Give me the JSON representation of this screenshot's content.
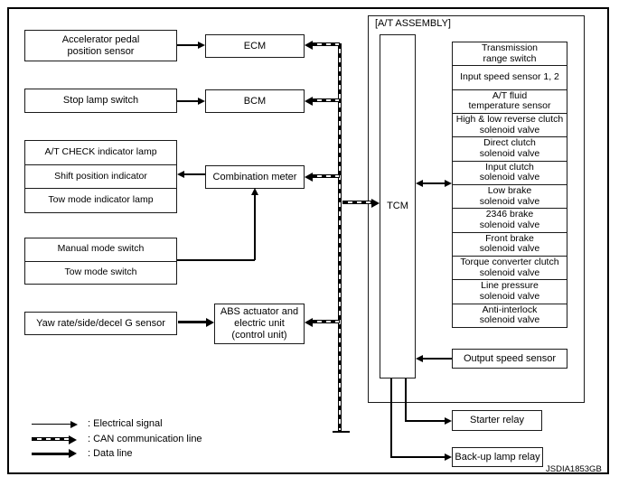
{
  "figure_code": "JSDIA1853GB",
  "left_column": {
    "accelerator": "Accelerator pedal\nposition sensor",
    "stop_lamp": "Stop lamp switch",
    "indicator_stack": [
      "A/T CHECK indicator lamp",
      "Shift position indicator",
      "Tow mode indicator lamp"
    ],
    "mode_stack": [
      "Manual mode switch",
      "Tow mode switch"
    ],
    "yaw_sensor": "Yaw rate/side/decel G sensor"
  },
  "mid_column": {
    "ecm": "ECM",
    "bcm": "BCM",
    "combination_meter": "Combination meter",
    "abs_unit": "ABS actuator and\nelectric unit\n(control unit)"
  },
  "at_assembly": {
    "label": "[A/T ASSEMBLY]",
    "tcm": "TCM",
    "stack": [
      "Transmission\nrange switch",
      "Input speed sensor 1, 2",
      "A/T fluid\ntemperature sensor",
      "High & low reverse clutch\nsolenoid valve",
      "Direct clutch\nsolenoid valve",
      "Input clutch\nsolenoid valve",
      "Low brake\nsolenoid valve",
      "2346 brake\nsolenoid valve",
      "Front brake\nsolenoid valve",
      "Torque converter clutch\nsolenoid valve",
      "Line pressure\nsolenoid valve",
      "Anti-interlock\nsolenoid valve"
    ],
    "output_speed_sensor": "Output speed sensor"
  },
  "relays": {
    "starter": "Starter relay",
    "backup": "Back-up lamp relay"
  },
  "legend": [
    {
      "type": "electrical",
      "label": ": Electrical signal"
    },
    {
      "type": "can",
      "label": ": CAN communication line"
    },
    {
      "type": "data",
      "label": ": Data line"
    }
  ],
  "colors": {
    "line": "#000000",
    "background": "#ffffff"
  }
}
